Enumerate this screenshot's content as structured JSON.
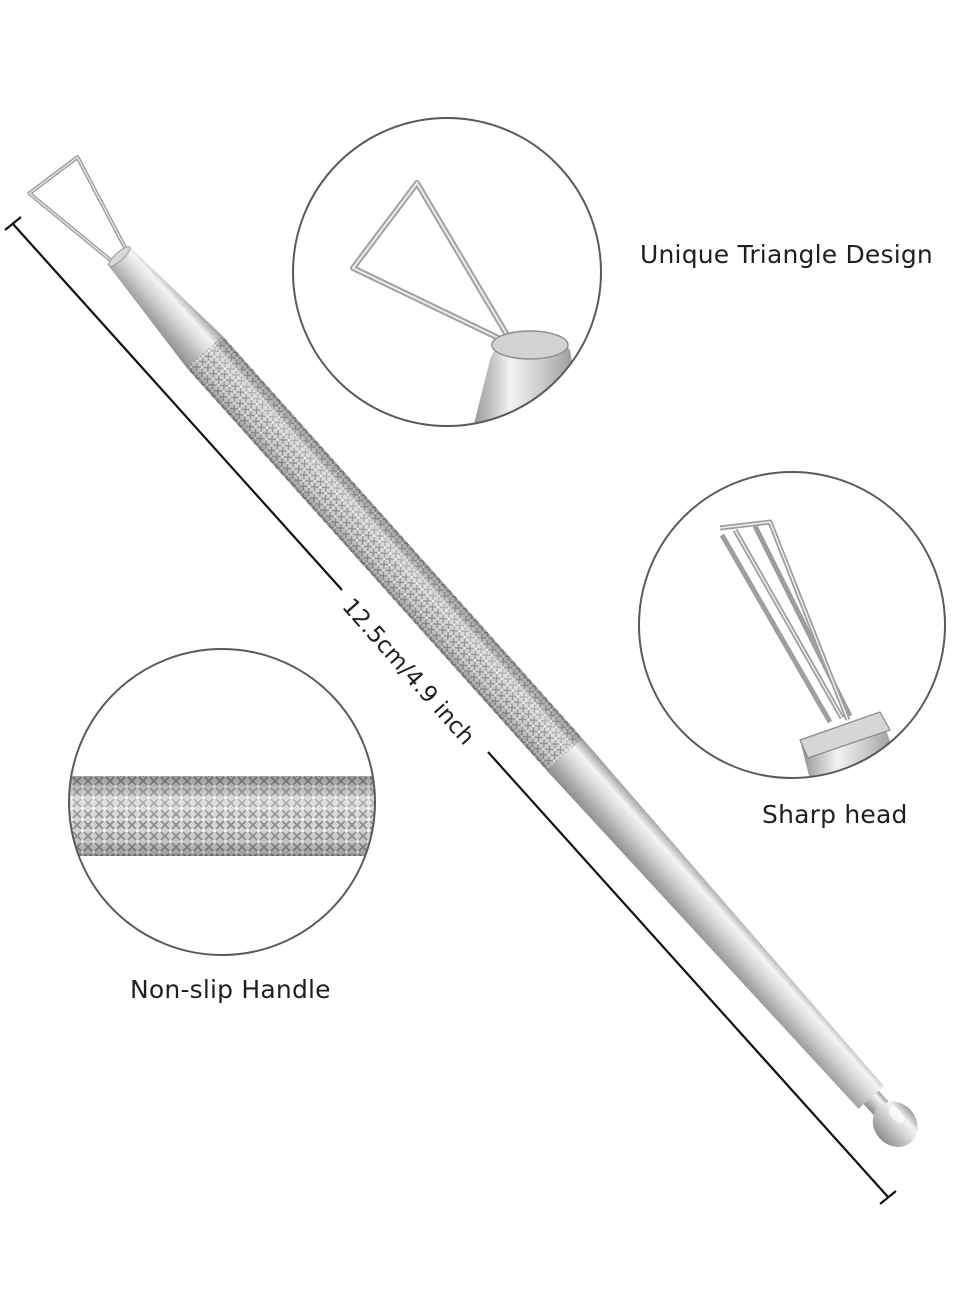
{
  "labels": {
    "triangle_design": "Unique Triangle Design",
    "sharp_head": "Sharp head",
    "non_slip_handle": "Non-slip Handle",
    "dimension": "12.5cm/4.9 inch"
  },
  "colors": {
    "background": "#ffffff",
    "circle_stroke": "#5a5a5a",
    "steel_light": "#f2f2f2",
    "steel_mid": "#c4c4c4",
    "steel_dark": "#8a8a8a",
    "dimension_line": "#111111"
  }
}
